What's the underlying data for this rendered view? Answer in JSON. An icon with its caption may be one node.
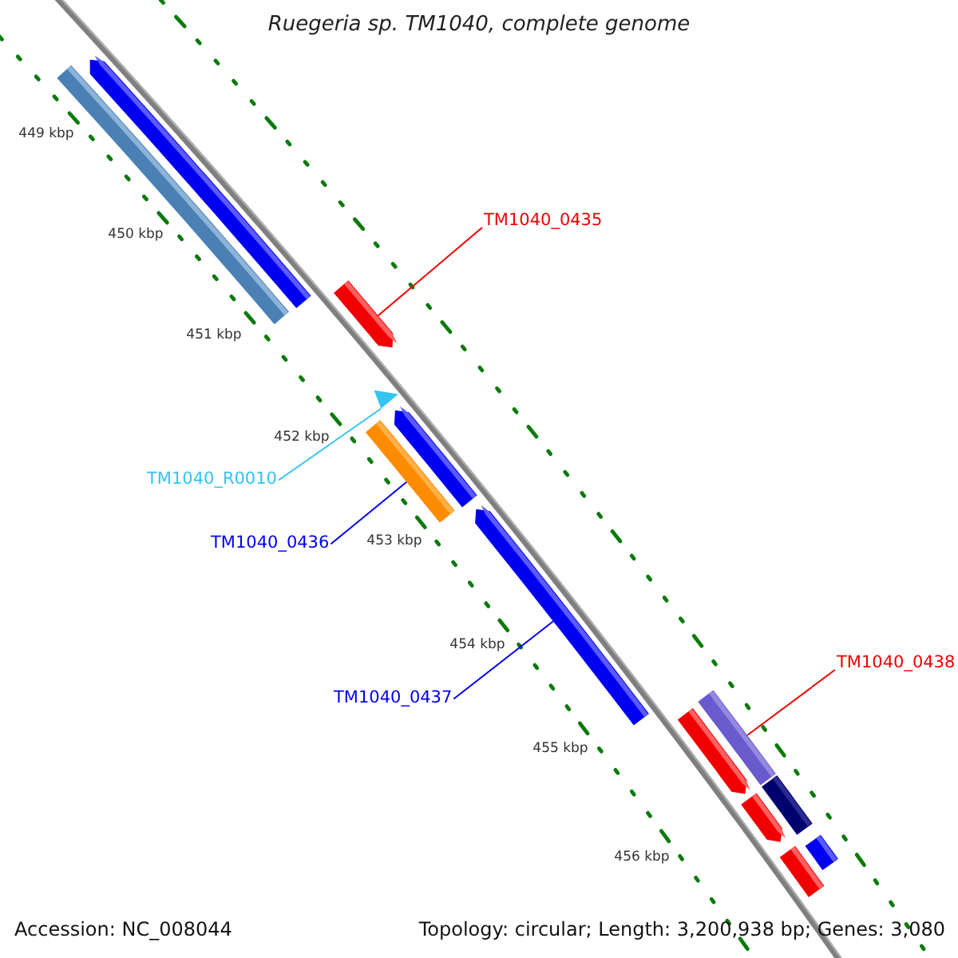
{
  "diagram": {
    "title": "Ruegeria sp. TM1040, complete genome",
    "nodes": [
      {
        "text": [],
        "shape": "bar"
      },
      {
        "text": [],
        "shape": "bar"
      },
      {
        "text": [
          "TM1040_0435"
        ]
      },
      {
        "text": [],
        "shape": "bar"
      },
      {
        "text": [],
        "shape": "triangle"
      },
      {
        "text": [],
        "shape": "bar"
      },
      {
        "text": [],
        "shape": "bar"
      },
      {
        "text": [
          "TM1040_R0010"
        ]
      },
      {
        "text": [
          "TM1040_0436"
        ]
      },
      {
        "text": [],
        "shape": "bar"
      },
      {
        "text": [
          "TM1040_0438"
        ]
      },
      {
        "text": [
          "TM1040_0437"
        ]
      },
      {
        "text": [],
        "shape": "bar"
      },
      {
        "text": [],
        "shape": "bar"
      },
      {
        "text": [],
        "shape": "bar"
      },
      {
        "text": [],
        "shape": "bar"
      },
      {
        "text": [],
        "shape": "bar"
      },
      {
        "text": [],
        "shape": "bar"
      }
    ],
    "edges": [
      {
        "from": 2,
        "to": 3,
        "arrow": "none",
        "color": "#f00000"
      },
      {
        "from": 7,
        "to": 4,
        "arrow": "none",
        "color": "#33c4f0"
      },
      {
        "from": 8,
        "to": 6,
        "arrow": "none",
        "color": "#0000f0"
      },
      {
        "from": 11,
        "to": 9,
        "arrow": "none",
        "color": "#0000f0"
      },
      {
        "from": 10,
        "to": 13,
        "arrow": "none",
        "color": "#f00000"
      }
    ],
    "labels": [
      "449 kbp",
      "450 kbp",
      "451 kbp",
      "452 kbp",
      "453 kbp",
      "454 kbp",
      "455 kbp",
      "456 kbp",
      "Accession: NC_008044",
      "Topology: circular; Length: 3,200,938 bp; Genes: 3,080"
    ]
  }
}
